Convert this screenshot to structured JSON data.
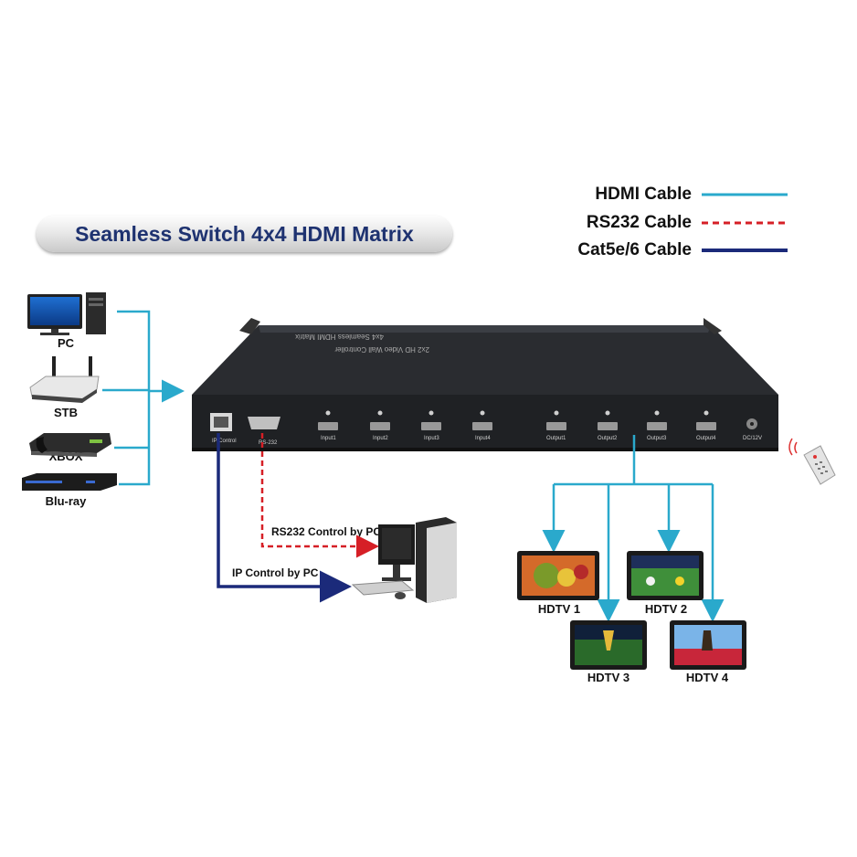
{
  "title": "Seamless Switch 4x4 HDMI Matrix",
  "legend": [
    {
      "label": "HDMI Cable",
      "color": "#2aa9cc",
      "style": "solid"
    },
    {
      "label": "RS232 Cable",
      "color": "#d61f26",
      "style": "dashed"
    },
    {
      "label": "Cat5e/6 Cable",
      "color": "#1b2a7a",
      "style": "solid"
    }
  ],
  "sources": [
    {
      "label": "PC",
      "icon": "desktop-pc-icon"
    },
    {
      "label": "STB",
      "icon": "router-box-icon"
    },
    {
      "label": "XBOX",
      "icon": "game-console-icon"
    },
    {
      "label": "Blu-ray",
      "icon": "bluray-player-icon"
    }
  ],
  "device": {
    "top_text_line1": "4x4 Seamless HDMI Matrix",
    "top_text_line2": "2x2 HD Video Wall Controller",
    "ports": [
      "IP Control",
      "RS-232",
      "Input1",
      "Input2",
      "Input3",
      "Input4",
      "Output1",
      "Output2",
      "Output3",
      "Output4",
      "DC/12V"
    ]
  },
  "controls": {
    "rs232": "RS232 Control by PC",
    "ip": "IP Control by PC"
  },
  "outputs": [
    "HDTV 1",
    "HDTV 2",
    "HDTV 3",
    "HDTV 4"
  ],
  "colors": {
    "hdmi": "#2aa9cc",
    "rs232": "#d61f26",
    "cat5": "#1b2a7a",
    "title": "#1e3270",
    "chassis": "#1f2124"
  }
}
